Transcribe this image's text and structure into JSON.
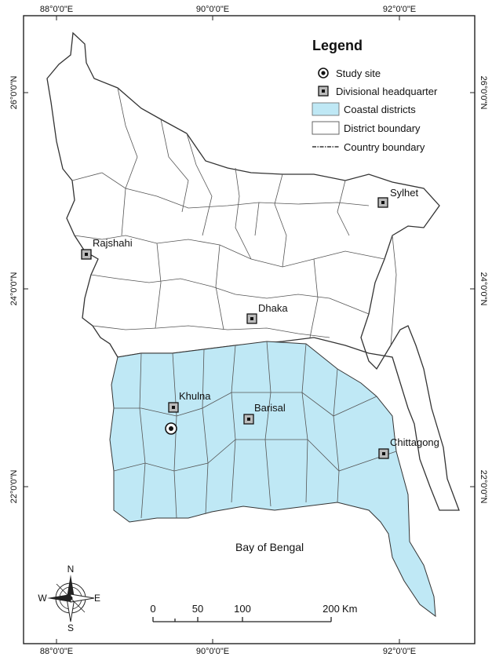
{
  "coordinates": {
    "top": [
      "88°0'0\"E",
      "90°0'0\"E",
      "92°0'0\"E"
    ],
    "bottom": [
      "88°0'0\"E",
      "90°0'0\"E",
      "92°0'0\"E"
    ],
    "left": [
      "26°0'0\"N",
      "24°0'0\"N",
      "22°0'0\"N"
    ],
    "right": [
      "26°0'0\"N",
      "24°0'0\"N",
      "22°0'0\"N"
    ]
  },
  "legend": {
    "title": "Legend",
    "items": [
      {
        "label": "Study site",
        "symbol": "study-site"
      },
      {
        "label": "Divisional headquarter",
        "symbol": "hq"
      },
      {
        "label": "Coastal districts",
        "symbol": "coastal"
      },
      {
        "label": "District boundary",
        "symbol": "district"
      },
      {
        "label": "Country boundary",
        "symbol": "country"
      }
    ]
  },
  "cities": [
    {
      "name": "Sylhet"
    },
    {
      "name": "Rajshahi"
    },
    {
      "name": "Dhaka"
    },
    {
      "name": "Khulna"
    },
    {
      "name": "Barisal"
    },
    {
      "name": "Chittagong"
    }
  ],
  "water_label": "Bay of Bengal",
  "compass": {
    "n": "N",
    "s": "S",
    "e": "E",
    "w": "W"
  },
  "scale_bar": {
    "ticks": [
      "0",
      "50",
      "100",
      "200"
    ],
    "unit": "Km"
  },
  "colors": {
    "coastal_fill": "#bfe8f5",
    "land_fill": "#ffffff",
    "boundary": "#444444",
    "frame": "#222222"
  }
}
